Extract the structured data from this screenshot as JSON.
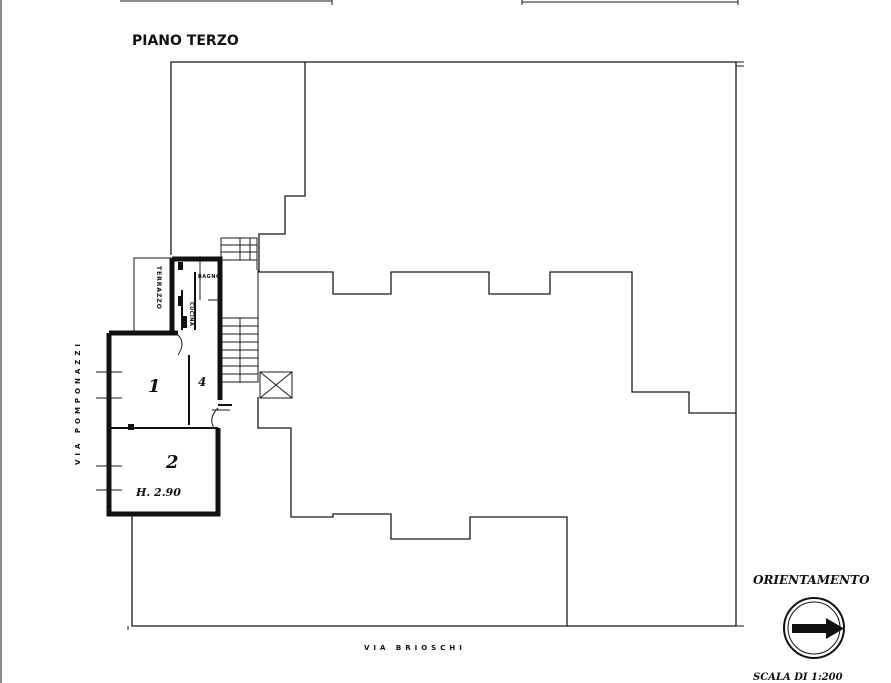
{
  "title": "PIANO TERZO",
  "streets": {
    "bottom": "VIA BRIOSCHI",
    "left": "VIA POMPONAZZI"
  },
  "rooms": {
    "terrace": "TERRAZZO",
    "bathroom": "BAGNO",
    "kitchen": "CUCINA",
    "room_1": "1",
    "room_2": "2",
    "room_4": "4"
  },
  "height_label": "H. 2.90",
  "orientation": {
    "label": "ORIENTAMENTO",
    "icon": "arrow-right-in-circle-icon"
  },
  "scale": "SCALA DI 1:200",
  "colors": {
    "ink": "#111111",
    "paper": "#ffffff"
  }
}
